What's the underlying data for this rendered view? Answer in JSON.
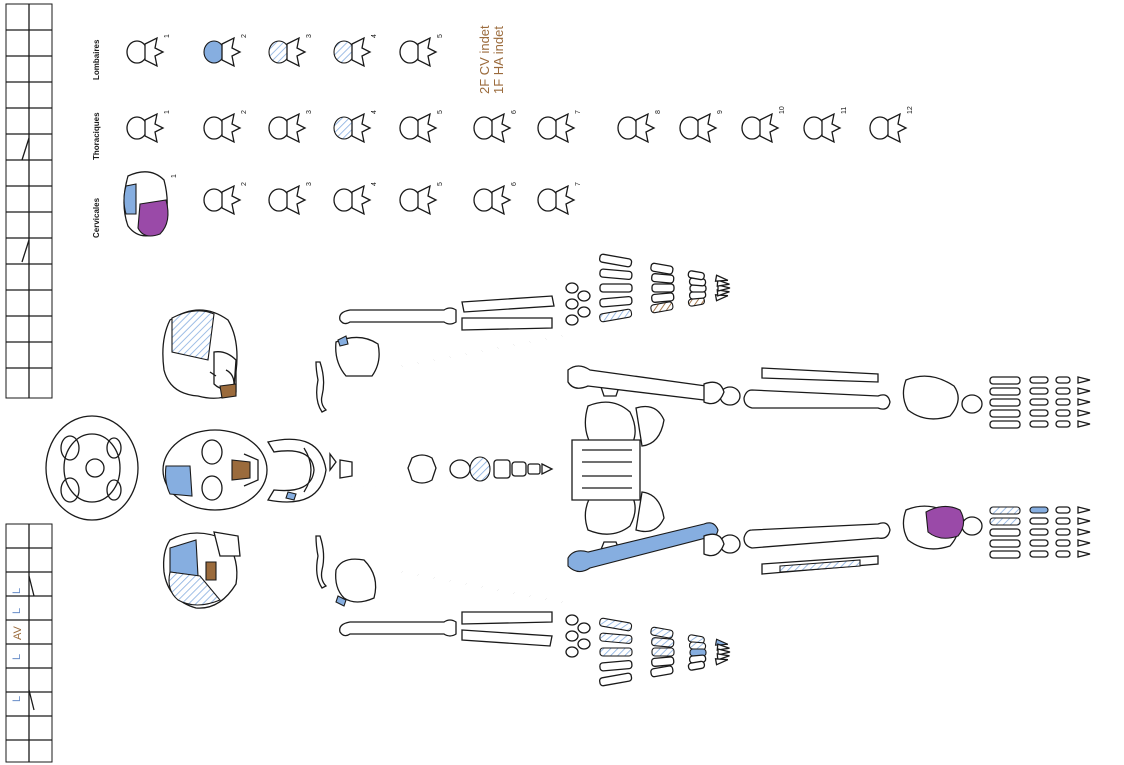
{
  "vertebrae": {
    "lumbar_label": "Lombaires",
    "thoracic_label": "Thoraciques",
    "cervical_label": "Cervicales",
    "lumbar_numbers": [
      "1",
      "2",
      "3",
      "4",
      "5"
    ],
    "thoracic_numbers": [
      "1",
      "2",
      "3",
      "4",
      "5",
      "6",
      "7",
      "8",
      "9",
      "10",
      "11",
      "12"
    ],
    "cervical_numbers": [
      "1",
      "2",
      "3",
      "4",
      "5",
      "6",
      "7"
    ]
  },
  "notes": {
    "line1": "2F CV indet",
    "line2": "1F HA indet"
  },
  "tooth_chart": {
    "upper_marks": [],
    "lower_marks": [
      "L",
      "L",
      "AV",
      "L",
      "L"
    ]
  },
  "legend_colors": {
    "present_blue": "#86aee0",
    "fragment_hatch": "#86aee0",
    "pathology_purple": "#9a4aa8",
    "brown": "#9b6b3c"
  }
}
